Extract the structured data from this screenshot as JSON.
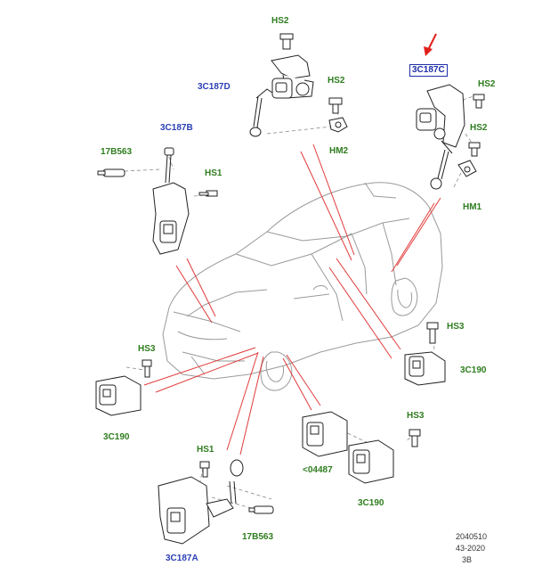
{
  "labels": {
    "hs2_top": "HS2",
    "c3c187d": "3C187D",
    "hs2_mid": "HS2",
    "hm2": "HM2",
    "c3c187c": "3C187C",
    "hs2_right1": "HS2",
    "hs2_right2": "HS2",
    "hm1": "HM1",
    "c3c187b": "3C187B",
    "p17b563_left": "17B563",
    "hs1_left": "HS1",
    "hs3_right": "HS3",
    "c3c190_right": "3C190",
    "hs3_left": "HS3",
    "c3c190_left": "3C190",
    "hs3_bottom": "HS3",
    "p04487": "<04487",
    "c3c190_bottom": "3C190",
    "hs1_bottom": "HS1",
    "p17b563_bottom": "17B563",
    "c3c187a": "3C187A"
  },
  "reference": {
    "line1": "2040510",
    "line2": "43-2020",
    "line3": "3B"
  },
  "colors": {
    "green_label": "#2e7d1e",
    "blue_label": "#2b3fb3",
    "leader_red": "#e23b3b",
    "arrow_red": "#e0201c"
  }
}
